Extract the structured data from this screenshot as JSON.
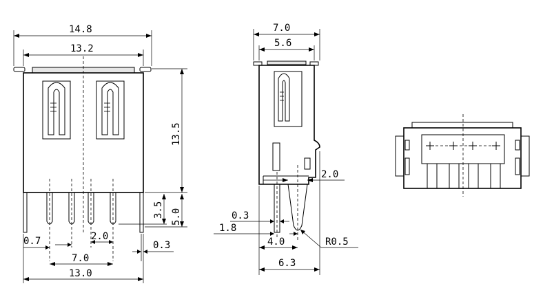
{
  "front_view": {
    "overall_width": "14.8",
    "inner_width": "13.2",
    "body_height": "13.5",
    "pin_length_short": "3.5",
    "pin_length_long": "5.0",
    "pin_pitch": "2.0",
    "pin_offset": "0.7",
    "pin_span": "7.0",
    "lead_width": "0.3",
    "lead_span": "13.0"
  },
  "side_view": {
    "overall_depth": "7.0",
    "inner_depth": "5.6",
    "tab_offset": "2.0",
    "lead_thickness": "0.3",
    "lead_offset": "1.8",
    "pin_row_offset": "4.0",
    "lead_span": "6.3",
    "radius": "R0.5"
  }
}
